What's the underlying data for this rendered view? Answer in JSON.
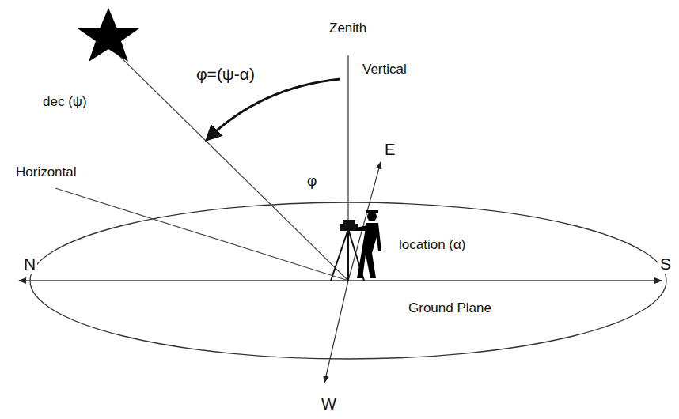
{
  "diagram": {
    "labels": [
      "Zenith",
      "Vertical",
      "φ=(ψ-α)",
      "dec (ψ)",
      "E",
      "Horizontal",
      "φ",
      "location (α)",
      "N",
      "S",
      "Ground Plane",
      "W"
    ]
  }
}
